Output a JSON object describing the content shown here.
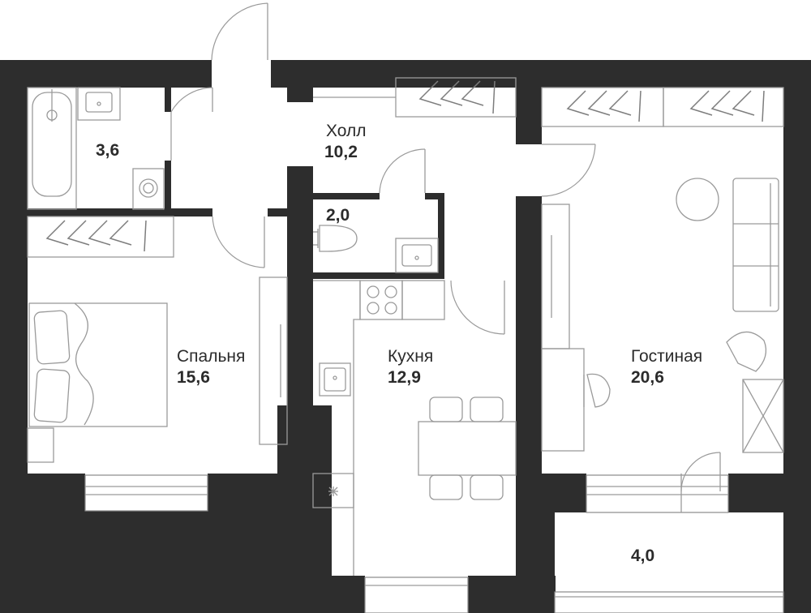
{
  "rooms": {
    "bathroom": {
      "name": "",
      "area": "3,6"
    },
    "hall": {
      "name": "Холл",
      "area": "10,2"
    },
    "wc": {
      "name": "",
      "area": "2,0"
    },
    "bedroom": {
      "name": "Спальня",
      "area": "15,6"
    },
    "kitchen": {
      "name": "Кухня",
      "area": "12,9"
    },
    "living": {
      "name": "Гостиная",
      "area": "20,6"
    },
    "balcony": {
      "name": "",
      "area": "4,0"
    }
  },
  "colors": {
    "wall": "#2d2d2d",
    "line": "#9a9a9a",
    "background": "#ffffff"
  },
  "icons": [
    "bathtub-icon",
    "sink-icon",
    "washing-machine-icon",
    "toilet-icon",
    "stove-icon",
    "hanger-icon",
    "bed-icon",
    "sofa-icon",
    "armchair-icon",
    "dining-table-icon",
    "fridge-icon"
  ]
}
